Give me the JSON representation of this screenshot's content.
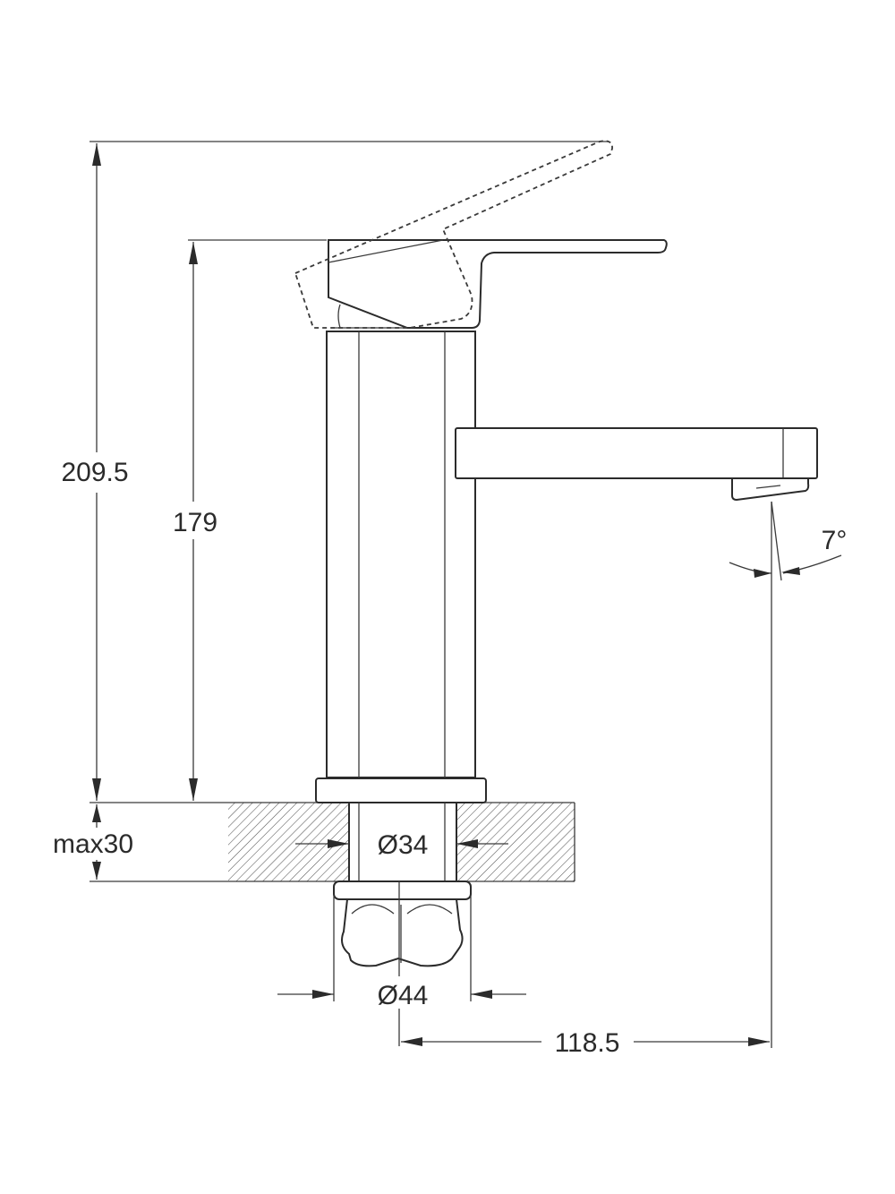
{
  "dimensions": {
    "total_height": "209.5",
    "body_height": "179",
    "max_counter_thickness": "max30",
    "hole_diameter": "Ø34",
    "nut_diameter": "Ø44",
    "spout_reach": "118.5",
    "aerator_angle": "7°"
  },
  "colors": {
    "line": "#2b2b2b",
    "hatch": "#555555",
    "background": "#ffffff"
  }
}
